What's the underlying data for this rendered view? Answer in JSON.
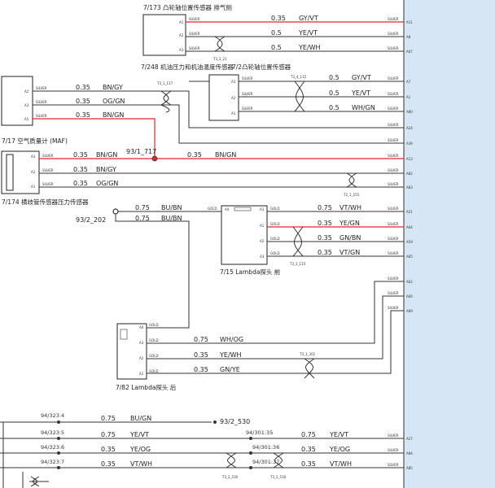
{
  "colors": {
    "red_wire": "#e8242c",
    "ecu_panel": "#d7e6f4",
    "wire": "#333333"
  },
  "components": {
    "cam_exhaust": "7/173 凸轮轴位置传感器 排气侧",
    "oil_pressure": "7/248 机油压力和机油温度传感器",
    "cam_intake": "7/2凸轮轴位置传感器",
    "maf": "7/17 空气质量计 (MAF)",
    "map": "7/174 横歧管传感器压力传感器",
    "lambda_front": "7/15 Lambda探头 前",
    "lambda_rear": "7/82 Lambda探头 后"
  },
  "pins": {
    "a1": "A1",
    "a2": "A2",
    "a3": "A3",
    "a4": "A4"
  },
  "terminal": {
    "silver": "SILVER",
    "gold": "GOLD"
  },
  "ecu_pins": [
    "A11",
    "A8",
    "A67",
    "A7",
    "A1",
    "A80",
    "A24",
    "A39",
    "A13",
    "A82",
    "A83",
    "A21",
    "A64",
    "A59",
    "A65",
    "A62",
    "A60",
    "A69",
    "A27",
    "A84",
    "A85"
  ],
  "wires": {
    "w1": {
      "size": "0.35",
      "color": "GY/VT"
    },
    "w2": {
      "size": "0.5",
      "color": "YE/VT"
    },
    "w3": {
      "size": "0.5",
      "color": "YE/WH"
    },
    "w4": {
      "size": "0.5",
      "color": "GY/VT"
    },
    "w5": {
      "size": "0.5",
      "color": "YE/VT"
    },
    "w6": {
      "size": "0.5",
      "color": "WH/GN"
    },
    "maf1": {
      "size": "0.35",
      "color": "BN/GY"
    },
    "maf2": {
      "size": "0.35",
      "color": "OG/GN"
    },
    "maf3": {
      "size": "0.35",
      "color": "BN/GN"
    },
    "map1": {
      "size": "0.35",
      "color": "BN/GN"
    },
    "map1b": {
      "size": "0.35",
      "color": "BN/GN"
    },
    "map2": {
      "size": "0.35",
      "color": "BN/GY"
    },
    "map3": {
      "size": "0.35",
      "color": "OG/GN"
    },
    "sp1": {
      "size": "0.75",
      "color": "BU/BN"
    },
    "sp2": {
      "size": "0.75",
      "color": "BU/BN"
    },
    "lf1": {
      "size": "0.75",
      "color": "VT/WH"
    },
    "lf2": {
      "size": "0.35",
      "color": "YE/GN"
    },
    "lf3": {
      "size": "0.35",
      "color": "GN/BN"
    },
    "lf4": {
      "size": "0.35",
      "color": "VT/GN"
    },
    "lr1": {
      "size": "0.75",
      "color": "WH/OG"
    },
    "lr2": {
      "size": "0.35",
      "color": "YE/WH"
    },
    "lr3": {
      "size": "0.35",
      "color": "GN/YE"
    },
    "b1": {
      "size": "0.75",
      "color": "BU/GN"
    },
    "b2": {
      "size": "0.75",
      "color": "YE/VT"
    },
    "b3": {
      "size": "0.35",
      "color": "YE/OG"
    },
    "b4": {
      "size": "0.35",
      "color": "VT/WH"
    },
    "b2r": {
      "size": "0.75",
      "color": "YE/VT"
    },
    "b3r": {
      "size": "0.35",
      "color": "YE/OG"
    },
    "b4r": {
      "size": "0.35",
      "color": "VT/WH"
    }
  },
  "splices": {
    "s93_717": "93/1_717",
    "s93_202": "93/2_202",
    "s94_3234": "94/323:4",
    "s94_3235": "94/323:5",
    "s94_3236": "94/323:6",
    "s94_3237": "94/323:7",
    "s93_530": "93/2_530",
    "s94_30135": "94/301:35",
    "s94_30136": "94/301:36",
    "s94_30137": "94/301:37"
  },
  "twists": {
    "t1": "T3_2_21",
    "t2": "T3_1_117",
    "t3": "T3_4_115",
    "t4": "T2_1_255",
    "t5": "T3_3_115",
    "t6": "T3_1_301",
    "t7": "T3_2_530",
    "t8": "T3_2_530"
  },
  "misc": {
    "a4": "A4",
    "top_cut": ""
  }
}
